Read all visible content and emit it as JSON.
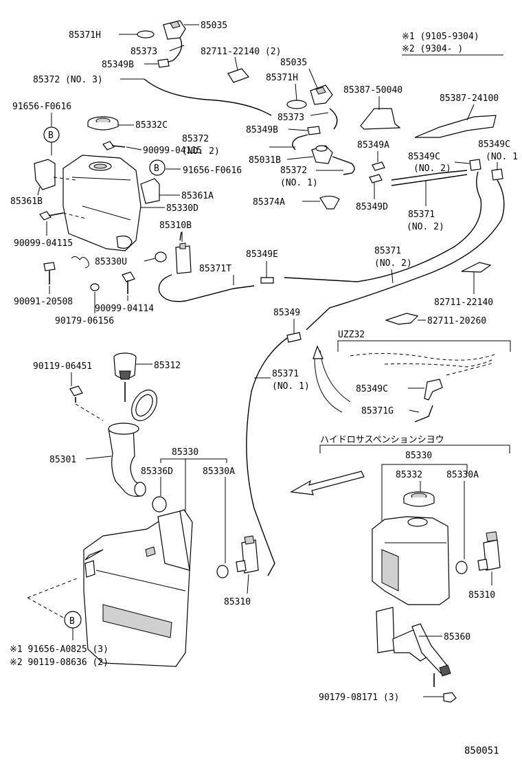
{
  "legend": {
    "note1": "※1  (9105-9304)",
    "note2": "※2  (9304-     )"
  },
  "callouts": {
    "c85035a": "85035",
    "c85371H_a": "85371H",
    "c85373_a": "85373",
    "c82711_22140_2": "82711-22140 (2)",
    "c85349B_a": "85349B",
    "c85372_no3": "85372 (NO. 3)",
    "c85035b": "85035",
    "c85371H_b": "85371H",
    "c85387_50040": "85387-50040",
    "c85387_24100": "85387-24100",
    "c91656_F0616_a": "91656-F0616",
    "c85332C": "85332C",
    "c85373_b": "85373",
    "c85372_no2_top": "85372",
    "c85372_no2_bot": "(NO. 2)",
    "c85349B_b": "85349B",
    "c90099_04115_a": "90099-04115",
    "c85349A": "85349A",
    "c85349C_no2_top": "85349C",
    "c85349C_no2_bot": "(NO. 2)",
    "c85349C_no1_top": "85349C",
    "c85349C_no1_bot": "(NO. 1",
    "c85031B": "85031B",
    "c91656_F0616_b": "91656-F0616",
    "c85372_no1_top": "85372",
    "c85372_no1_bot": "(NO. 1)",
    "c85361B": "85361B",
    "c85361A": "85361A",
    "c85374A": "85374A",
    "c85349D": "85349D",
    "c85330D": "85330D",
    "c85371_no2a_top": "85371",
    "c85371_no2a_bot": "(NO. 2)",
    "c90099_04115_b": "90099-04115",
    "c85310B": "85310B",
    "c85371_no2b_top": "85371",
    "c85371_no2b_bot": "(NO. 2)",
    "c85330U": "85330U",
    "c85349E": "85349E",
    "c85371T": "85371T",
    "c90091_20508": "90091-20508",
    "c90099_04114": "90099-04114",
    "c90179_06156": "90179-06156",
    "c82711_22140": "82711-22140",
    "c85349": "85349",
    "c82711_20260": "82711-20260",
    "cUZZ32": "UZZ32",
    "c90119_06451": "90119-06451",
    "c85312": "85312",
    "c85371_no1_top": "85371",
    "c85371_no1_bot": "(NO. 1)",
    "c85349C_c": "85349C",
    "c85371G": "85371G",
    "c85301": "85301",
    "cHydro": "ハイドロサスペンションシヨウ",
    "c85330_a": "85330",
    "c85336D": "85336D",
    "c85330A_a": "85330A",
    "c85330_b": "85330",
    "c85332": "85332",
    "c85330A_b": "85330A",
    "c85310_a": "85310",
    "c85310_b": "85310",
    "c85360": "85360",
    "c91656_A0825": "※1  91656-A0825 (3)",
    "c90119_08636": "※2  90119-08636 (2)",
    "c90179_08171": "90179-08171 (3)",
    "cB1": "B",
    "cB2": "B",
    "cB3": "B",
    "figure_id": "850051"
  }
}
